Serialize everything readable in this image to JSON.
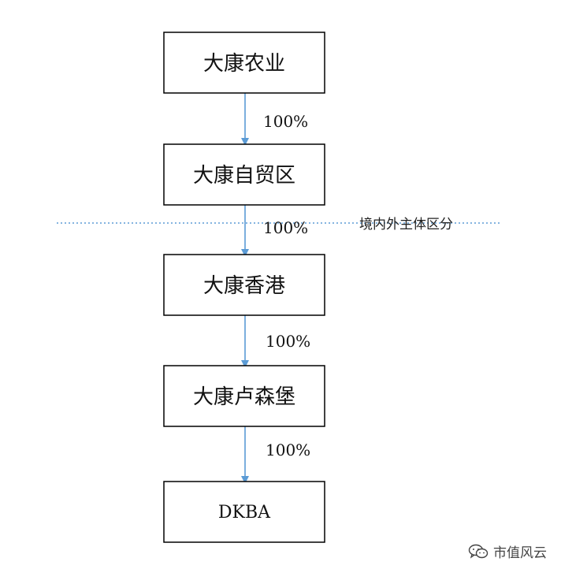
{
  "diagram": {
    "nodes": [
      {
        "id": "n1",
        "label": "大康农业"
      },
      {
        "id": "n2",
        "label": "大康自贸区"
      },
      {
        "id": "n3",
        "label": "大康香港"
      },
      {
        "id": "n4",
        "label": "大康卢森堡"
      },
      {
        "id": "n5",
        "label": "DKBA"
      }
    ],
    "edges": [
      {
        "from": "n1",
        "to": "n2",
        "label": "100%"
      },
      {
        "from": "n2",
        "to": "n3",
        "label": "100%"
      },
      {
        "from": "n3",
        "to": "n4",
        "label": "100%"
      },
      {
        "from": "n4",
        "to": "n5",
        "label": "100%"
      }
    ],
    "boundary_label": "境内外主体区分"
  },
  "colors": {
    "arrow": "#5b9bd5",
    "boundary": "#5b9bd5",
    "box_border": "#000000",
    "text": "#111111"
  },
  "watermark": {
    "icon": "wechat-icon",
    "text": "市值风云"
  }
}
